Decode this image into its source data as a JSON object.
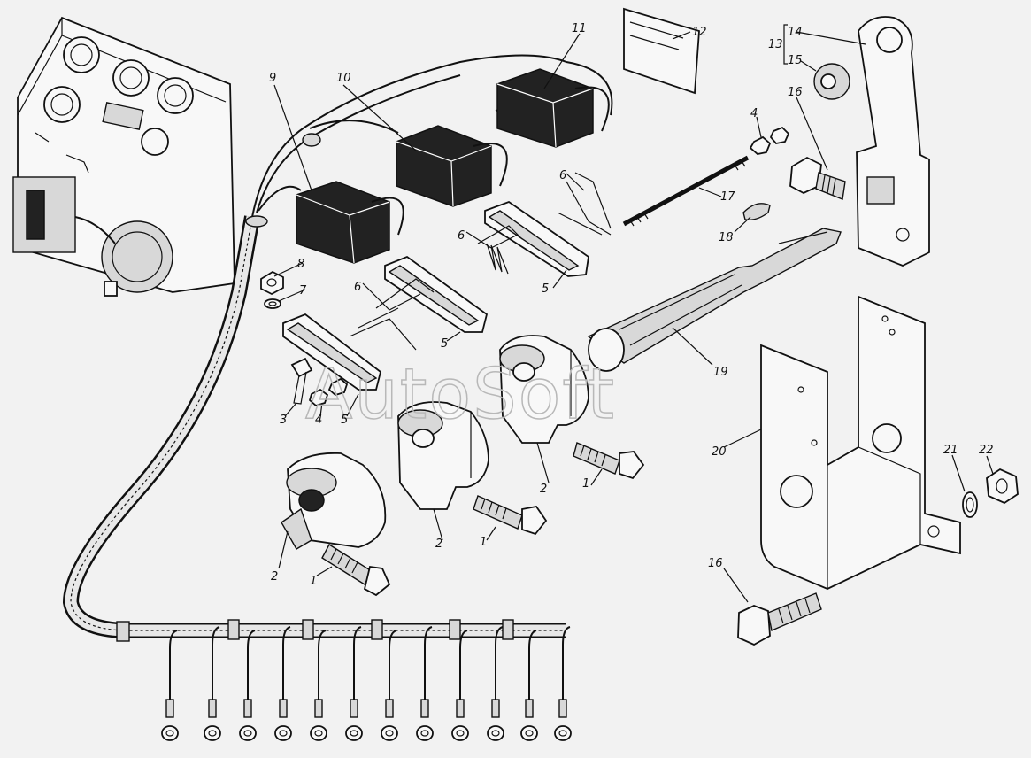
{
  "watermark": "AutoSoft",
  "labels": [
    {
      "id": "L1a",
      "text": "1"
    },
    {
      "id": "L1b",
      "text": "1"
    },
    {
      "id": "L1c",
      "text": "1"
    },
    {
      "id": "L2a",
      "text": "2"
    },
    {
      "id": "L2b",
      "text": "2"
    },
    {
      "id": "L2c",
      "text": "2"
    },
    {
      "id": "L3",
      "text": "3"
    },
    {
      "id": "L4a",
      "text": "4"
    },
    {
      "id": "L4b",
      "text": "4"
    },
    {
      "id": "L5a",
      "text": "5"
    },
    {
      "id": "L5b",
      "text": "5"
    },
    {
      "id": "L5c",
      "text": "5"
    },
    {
      "id": "L6a",
      "text": "6"
    },
    {
      "id": "L6b",
      "text": "6"
    },
    {
      "id": "L6c",
      "text": "6"
    },
    {
      "id": "L7",
      "text": "7"
    },
    {
      "id": "L8",
      "text": "8"
    },
    {
      "id": "L9",
      "text": "9"
    },
    {
      "id": "L10",
      "text": "10"
    },
    {
      "id": "L11",
      "text": "11"
    },
    {
      "id": "L12",
      "text": "12"
    },
    {
      "id": "L13",
      "text": "13"
    },
    {
      "id": "L14",
      "text": "14"
    },
    {
      "id": "L15",
      "text": "15"
    },
    {
      "id": "L16a",
      "text": "16"
    },
    {
      "id": "L16b",
      "text": "16"
    },
    {
      "id": "L17",
      "text": "17"
    },
    {
      "id": "L18",
      "text": "18"
    },
    {
      "id": "L19",
      "text": "19"
    },
    {
      "id": "L20",
      "text": "20"
    },
    {
      "id": "L21",
      "text": "21"
    },
    {
      "id": "L22",
      "text": "22"
    }
  ]
}
